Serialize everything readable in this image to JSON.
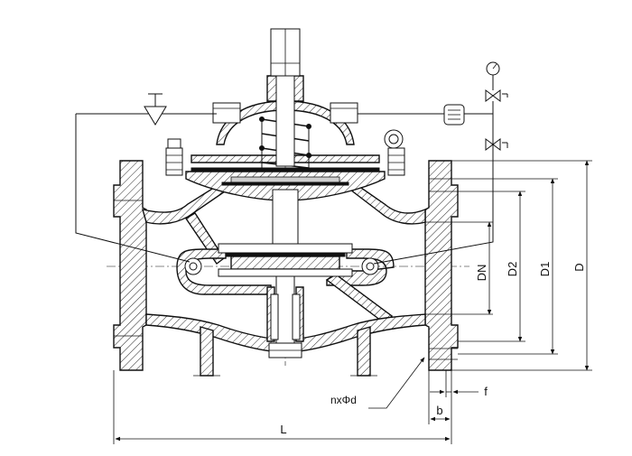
{
  "drawing": {
    "labels": {
      "dn": "DN",
      "d2": "D2",
      "d1": "D1",
      "d": "D",
      "l": "L",
      "b": "b",
      "f": "f",
      "bolt_holes": "nxΦd"
    }
  }
}
